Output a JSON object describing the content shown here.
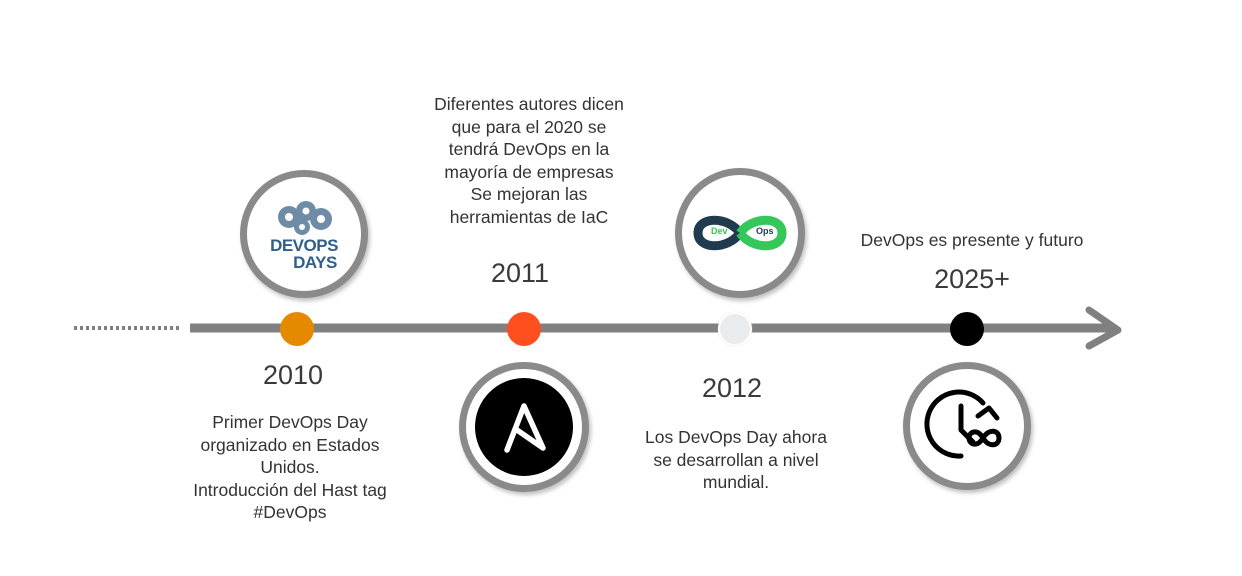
{
  "milestones": [
    {
      "year": "2010",
      "description": "Primer DevOps Day\norganizado en Estados\nUnidos.\nIntroducción del Hast tag\n#DevOps",
      "dot_color": "#E58A00",
      "logo_text_1": "DEVOPS",
      "logo_text_2": "DAYS"
    },
    {
      "year": "2011",
      "description": "Diferentes autores dicen\nque para el 2020 se\ntendrá DevOps en la\nmayoría de empresas\nSe mejoran las\nherramientas de IaC",
      "dot_color": "#FF4F1F",
      "logo_text_1": "A"
    },
    {
      "year": "2012",
      "description": "Los DevOps Day ahora\nse desarrollan a nivel\nmundial.",
      "dot_color": "#E8ECEE",
      "logo_text_1": "Dev",
      "logo_text_2": "Ops"
    },
    {
      "year": "2025+",
      "description": "DevOps es presente y futuro",
      "dot_color": "#000000"
    }
  ],
  "colors": {
    "line": "#808080",
    "ring": "#8a8a8a",
    "devops_days_blue": "#2F5F8A",
    "devops_green": "#34C759",
    "devops_dark": "#1F3B4D"
  },
  "icons": {
    "devopsdays_logo": "gears-brain-icon",
    "ansible_logo": "ansible-icon",
    "devops_logo": "infinity-loop-icon",
    "future_logo": "clock-infinity-icon"
  }
}
